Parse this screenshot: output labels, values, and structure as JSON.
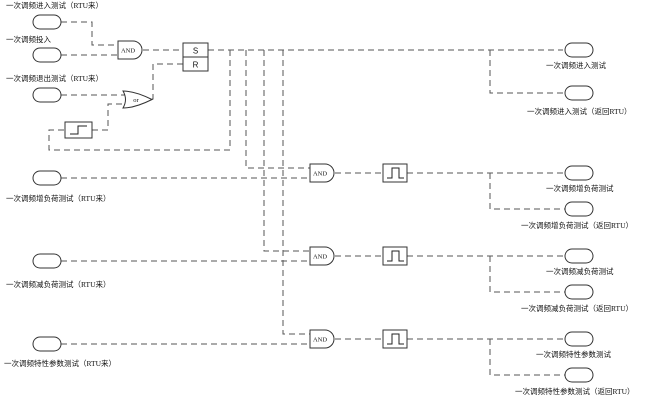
{
  "inputs": {
    "entry": "一次调频进入测试（RTU来）",
    "enable": "一次调频投入",
    "exit": "一次调频退出测试（RTU来）",
    "inc": "一次调频增负荷测试（RTU来）",
    "dec": "一次调频减负荷测试（RTU来）",
    "param": "一次调频特性参数测试（RTU来）"
  },
  "outputs": {
    "entry": "一次调频进入测试",
    "entry_rtu": "一次调频进入测试（返回RTU）",
    "inc": "一次调频增负荷测试",
    "inc_rtu": "一次调频增负荷测试（返回RTU）",
    "dec": "一次调频减负荷测试",
    "dec_rtu": "一次调频减负荷测试（返回RTU）",
    "param": "一次调频特性参数测试",
    "param_rtu": "一次调频特性参数测试（返回RTU）"
  },
  "gates": {
    "and_label": "AND",
    "or_label": "or",
    "sr_set": "S",
    "sr_reset": "R"
  },
  "icons": {
    "step": "step-function-icon",
    "pulse": "pulse-icon"
  }
}
